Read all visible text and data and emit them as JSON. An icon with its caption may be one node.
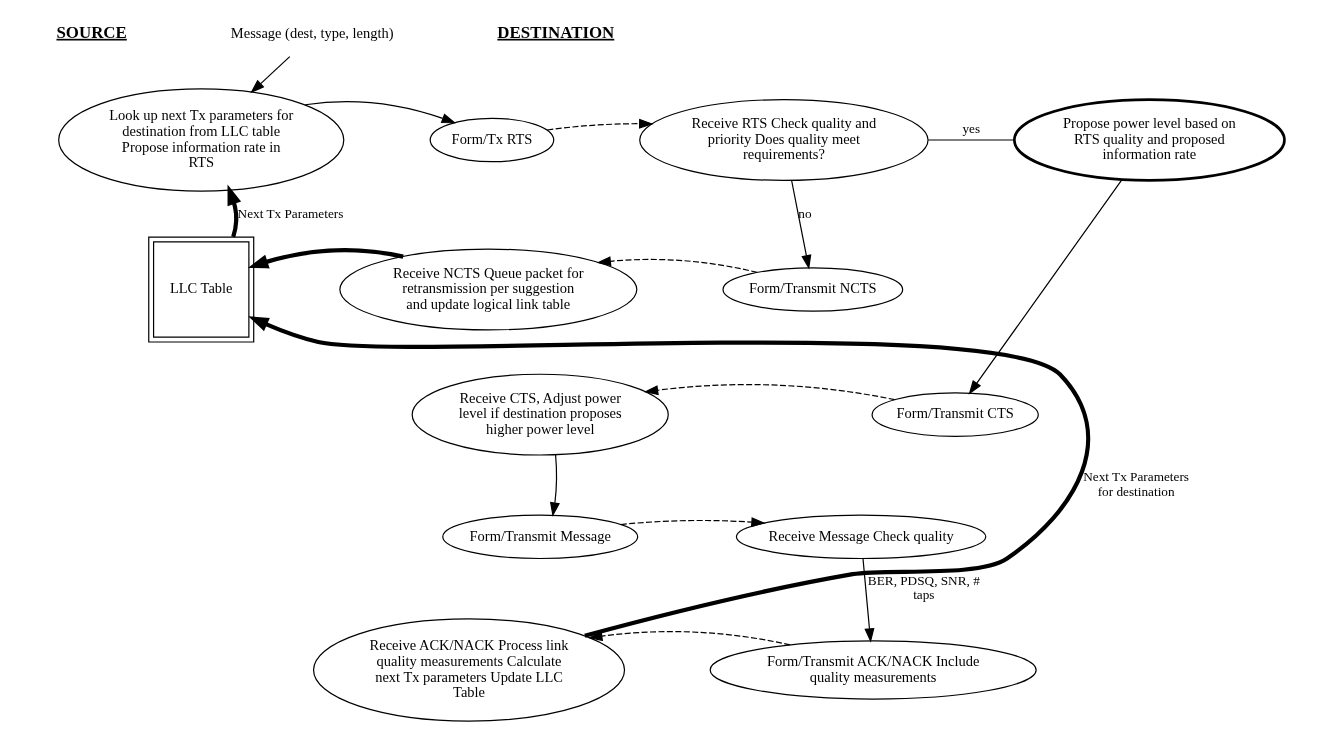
{
  "diagram": {
    "nodes": [
      {
        "text": [
          "Message (dest, type, length)"
        ]
      },
      {
        "text": [
          "Look up next Tx parameters for destination from LLC table Propose information rate in RTS"
        ]
      },
      {
        "text": [
          "Form/Tx RTS"
        ]
      },
      {
        "text": [
          "Receive RTS Check quality and priority Does quality meet requirements?"
        ]
      },
      {
        "text": [
          "Propose power level based on RTS quality and proposed information rate"
        ]
      },
      {
        "text": [
          "Form/Transmit NCTS"
        ]
      },
      {
        "text": [
          "Receive NCTS Queue packet for retransmission per suggestion and update logical link table"
        ]
      },
      {
        "text": [
          "LLC Table"
        ]
      },
      {
        "text": [
          "Form/Transmit CTS"
        ]
      },
      {
        "text": [
          "Receive CTS, Adjust power level if destination proposes higher power level"
        ]
      },
      {
        "text": [
          "Form/Transmit Message"
        ]
      },
      {
        "text": [
          "Receive Message Check quality"
        ]
      },
      {
        "text": [
          "Form/Transmit ACK/NACK Include quality measurements"
        ]
      },
      {
        "text": [
          "Receive ACK/NACK Process link quality measurements Calculate next Tx parameters Update LLC Table"
        ]
      }
    ],
    "edges": [
      {
        "from": 0,
        "to": 1,
        "arrow": "to"
      },
      {
        "from": 1,
        "to": 2,
        "arrow": "to"
      },
      {
        "from": 2,
        "to": 3,
        "arrow": "to",
        "style": "dashed"
      },
      {
        "from": 3,
        "to": 4,
        "arrow": "none",
        "label": "yes"
      },
      {
        "from": 3,
        "to": 5,
        "arrow": "to",
        "label": "no"
      },
      {
        "from": 5,
        "to": 6,
        "arrow": "to",
        "style": "dashed"
      },
      {
        "from": 6,
        "to": 7,
        "arrow": "to",
        "style": "thick"
      },
      {
        "from": 7,
        "to": 1,
        "arrow": "to",
        "style": "thick",
        "label": "Next Tx Parameters"
      },
      {
        "from": 4,
        "to": 8,
        "arrow": "to"
      },
      {
        "from": 8,
        "to": 9,
        "arrow": "to",
        "style": "dashed"
      },
      {
        "from": 9,
        "to": 10,
        "arrow": "to"
      },
      {
        "from": 10,
        "to": 11,
        "arrow": "to",
        "style": "dashed"
      },
      {
        "from": 11,
        "to": 12,
        "arrow": "to",
        "label": "BER, PDSQ, SNR, # taps"
      },
      {
        "from": 12,
        "to": 13,
        "arrow": "to",
        "style": "dashed"
      },
      {
        "from": 13,
        "to": 7,
        "arrow": "to",
        "style": "thick",
        "label": "Next Tx Parameters for destination"
      }
    ],
    "labels": [
      "SOURCE",
      "DESTINATION"
    ]
  }
}
